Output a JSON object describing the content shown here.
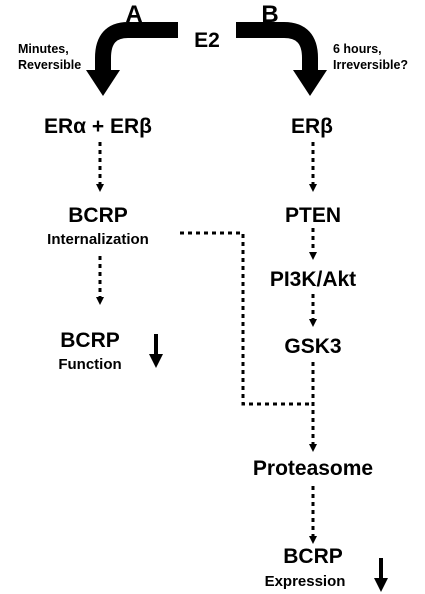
{
  "pathways": {
    "a": {
      "label": "A",
      "timing_line1": "Minutes,",
      "timing_line2": "Reversible",
      "receptor": "ERα + ERβ",
      "step1_title": "BCRP",
      "step1_sub": "Internalization",
      "result_title": "BCRP",
      "result_sub": "Function"
    },
    "b": {
      "label": "B",
      "timing_line1": "6 hours,",
      "timing_line2": "Irreversible?",
      "receptor": "ERβ",
      "step1": "PTEN",
      "step2": "PI3K/Akt",
      "step3": "GSK3",
      "step4": "Proteasome",
      "result_title": "BCRP",
      "result_sub": "Expression"
    }
  },
  "center_node": "E2",
  "colors": {
    "ink": "#000000",
    "background": "#ffffff"
  },
  "icons": {
    "decrease": "down-arrow-icon",
    "flow": "dotted-arrow"
  }
}
